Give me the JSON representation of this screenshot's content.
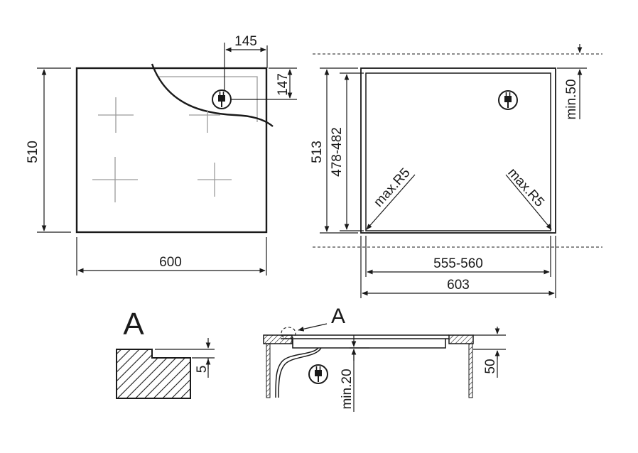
{
  "dimensions": {
    "hob_width": "600",
    "hob_depth": "510",
    "socket_offset_x": "145",
    "socket_offset_y": "147",
    "cutout_depth_outer": "513",
    "cutout_depth_inner": "478-482",
    "cutout_width_inner": "555-560",
    "cutout_width_outer": "603",
    "clearance_top": "min.50",
    "corner_radius_left": "max.R5",
    "corner_radius_right": "max.R5",
    "detail_step": "5",
    "below_clearance": "min.20",
    "worktop_depth": "50"
  },
  "labels": {
    "detail_title": "A",
    "detail_callout": "A"
  },
  "icons": {
    "plug": "power-plug-icon"
  },
  "colors": {
    "line": "#1a1a1a",
    "outline_gray": "#9a9a9a",
    "background": "#ffffff"
  }
}
